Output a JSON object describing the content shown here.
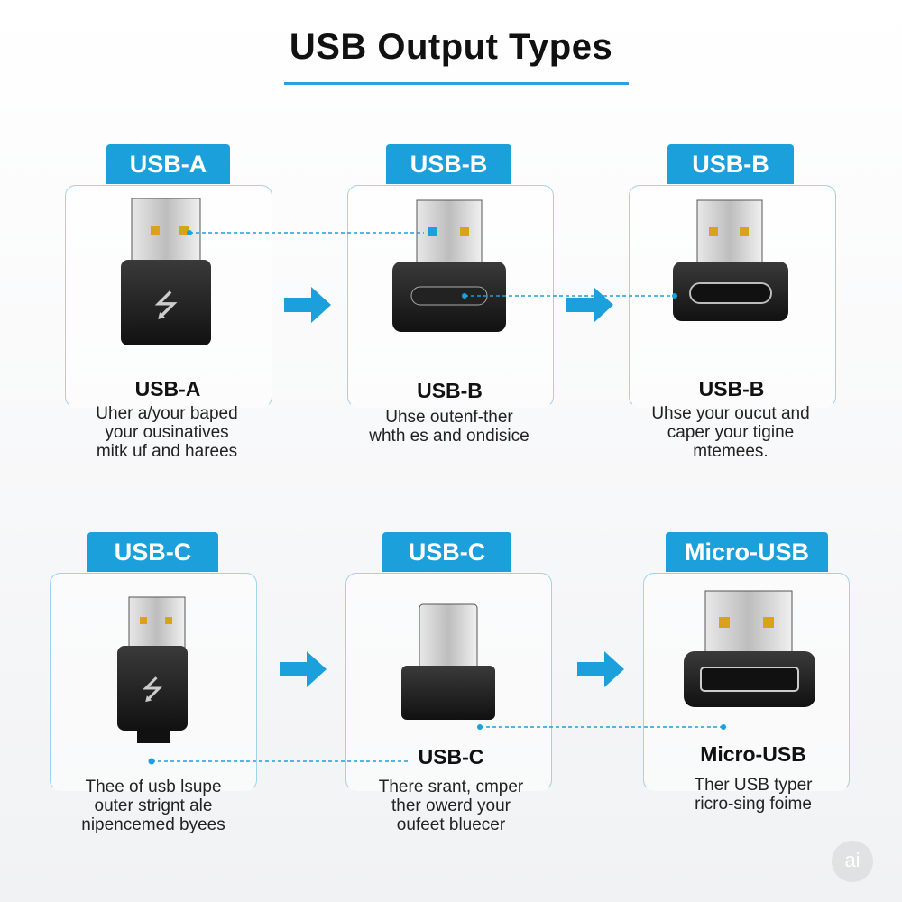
{
  "title": "USB Output Types",
  "cards": [
    {
      "badge": "USB-A",
      "name": "USB-A",
      "desc": [
        "Uher a/your baped",
        "your ousinatives",
        "mitk uf and harees"
      ]
    },
    {
      "badge": "USB-B",
      "name": "USB-B",
      "desc": [
        "Uhse outenf-ther",
        "whth es and ondisice"
      ]
    },
    {
      "badge": "USB-B",
      "name": "USB-B",
      "desc": [
        "Uhse your oucut and",
        "caper your tigine",
        "mtemees."
      ]
    },
    {
      "badge": "USB-C",
      "name": "",
      "desc": [
        "Thee of usb lsupe",
        "outer strignt ale",
        "nipencemed byees"
      ]
    },
    {
      "badge": "USB-C",
      "name": "USB-C",
      "desc": [
        "There srant, cmper",
        "ther owerd your",
        "oufeet bluecer"
      ]
    },
    {
      "badge": "Micro-USB",
      "name": "Micro-USB",
      "desc": [
        "Ther USB typer",
        "ricro-sing foime"
      ]
    }
  ],
  "watermark": "ai",
  "colors": {
    "accent": "#1ba0dc",
    "connector": "#1a1a1a"
  }
}
